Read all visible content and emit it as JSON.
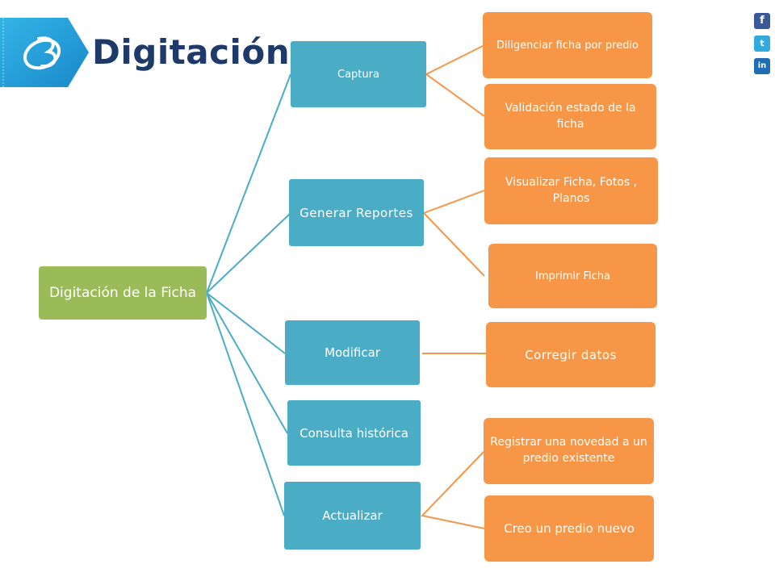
{
  "header": {
    "title": "Digitación"
  },
  "social": {
    "facebook_icon": "facebook-icon",
    "twitter_icon": "twitter-icon",
    "linkedin_icon": "linkedin-icon"
  },
  "colors": {
    "root": "#9bbb59",
    "branch": "#4bacc6",
    "leaf": "#f79646",
    "title": "#1d3a6b"
  },
  "diagram": {
    "root": "Digitación de la Ficha",
    "branches": [
      {
        "label": "Captura",
        "children": [
          "Diligenciar ficha por predio",
          "Validación estado de la ficha"
        ]
      },
      {
        "label": "Generar Reportes",
        "children": [
          "Visualizar Ficha, Fotos , Planos",
          "Imprimir Ficha"
        ]
      },
      {
        "label": "Modificar",
        "children": [
          "Corregir datos"
        ]
      },
      {
        "label": "Consulta histórica",
        "children": []
      },
      {
        "label": "Actualizar",
        "children": [
          "Registrar una novedad a un predio existente",
          "Creo un predio nuevo"
        ]
      }
    ]
  }
}
